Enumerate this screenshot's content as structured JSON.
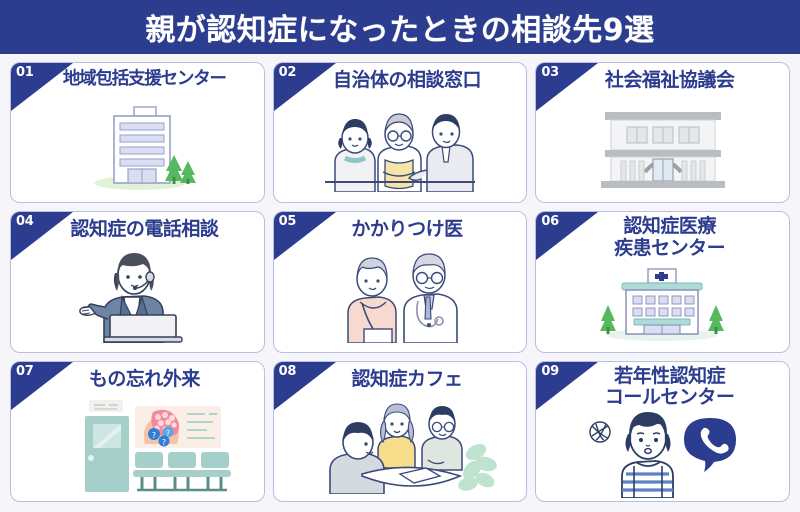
{
  "header": {
    "title": "親が認知症になったときの相談先9選",
    "bg_color": "#2c3c8e",
    "text_color": "#ffffff"
  },
  "theme": {
    "page_bg": "#f6f6fa",
    "card_bg": "#ffffff",
    "card_border": "#b9bfe0",
    "accent_navy": "#2c3c8e",
    "title_color": "#2c3c8e",
    "mint": "#a8d8d0",
    "green": "#6fbf73",
    "lavender": "#c5cbe8",
    "gray": "#b9bdc2"
  },
  "cards": [
    {
      "number": "01",
      "title": "地域包括支援センター",
      "illustration": "office-building-icon",
      "title_style": "tight"
    },
    {
      "number": "02",
      "title": "自治体の相談窓口",
      "illustration": "three-people-consulting-icon",
      "title_style": "normal"
    },
    {
      "number": "03",
      "title": "社会福祉協議会",
      "illustration": "civic-building-icon",
      "title_style": "normal"
    },
    {
      "number": "04",
      "title": "認知症の電話相談",
      "illustration": "call-center-operator-icon",
      "title_style": "normal"
    },
    {
      "number": "05",
      "title": "かかりつけ医",
      "illustration": "doctor-and-patient-icon",
      "title_style": "normal"
    },
    {
      "number": "06",
      "title": "認知症医療\n疾患センター",
      "illustration": "hospital-building-icon",
      "title_style": "two-line"
    },
    {
      "number": "07",
      "title": "もの忘れ外来",
      "illustration": "clinic-waiting-room-icon",
      "title_style": "normal"
    },
    {
      "number": "08",
      "title": "認知症カフェ",
      "illustration": "group-at-table-icon",
      "title_style": "normal"
    },
    {
      "number": "09",
      "title": "若年性認知症\nコールセンター",
      "illustration": "worried-young-man-phone-icon",
      "title_style": "two-line"
    }
  ]
}
